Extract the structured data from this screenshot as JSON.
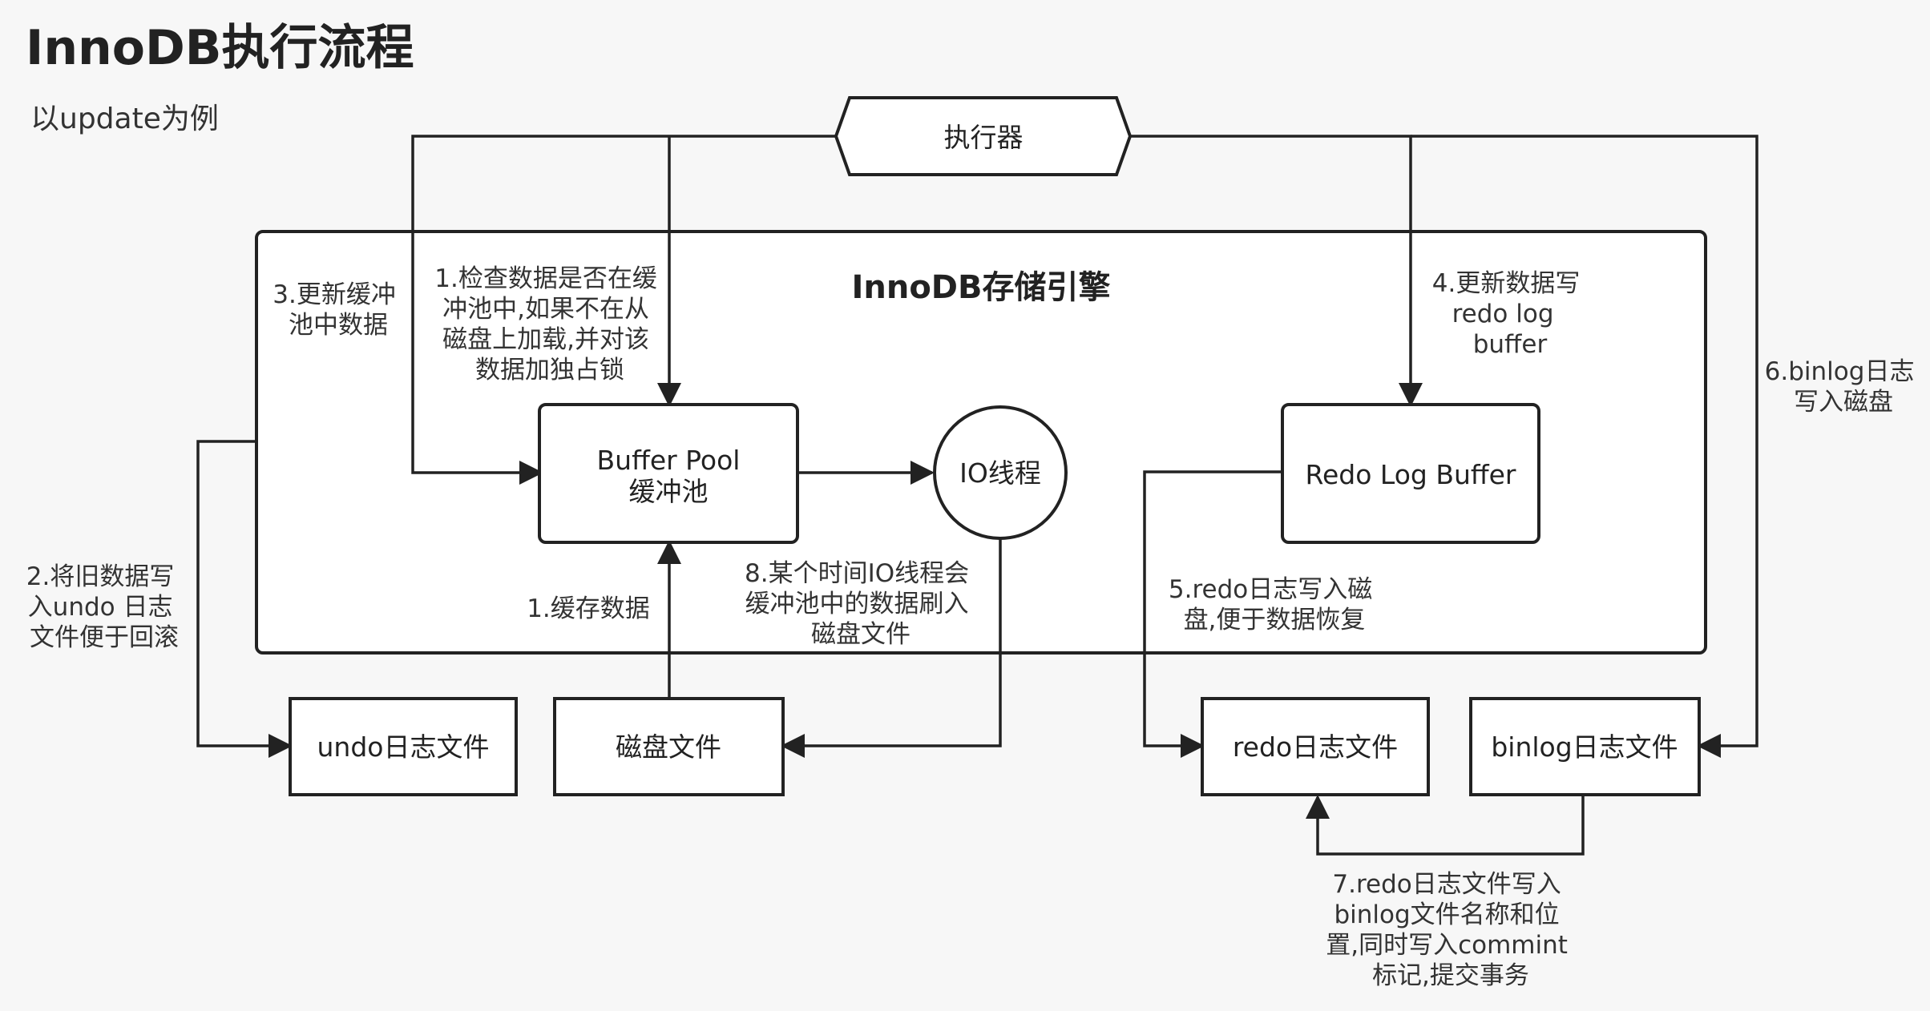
{
  "header": {
    "title": "InnoDB执行流程",
    "subtitle": "以update为例"
  },
  "nodes": {
    "executor": "执行器",
    "engine": "InnoDB存储引擎",
    "buffer_pool_line1": "Buffer Pool",
    "buffer_pool_line2": "缓冲池",
    "io_thread": "IO线程",
    "redo_log_buffer": "Redo Log Buffer",
    "undo_file": "undo日志文件",
    "disk_file": "磁盘文件",
    "redo_file": "redo日志文件",
    "binlog_file": "binlog日志文件"
  },
  "steps": {
    "s1_check": [
      "1.检查数据是否在缓",
      "冲池中,如果不在从",
      "磁盘上加载,并对该",
      "数据加独占锁"
    ],
    "s1_cache": [
      "1.缓存数据"
    ],
    "s2": [
      "2.将旧数据写",
      "入undo 日志",
      "文件便于回滚"
    ],
    "s3": [
      "3.更新缓冲",
      "池中数据"
    ],
    "s4": [
      "4.更新数据写",
      "redo log",
      "buffer"
    ],
    "s5": [
      "5.redo日志写入磁",
      "盘,便于数据恢复"
    ],
    "s6": [
      "6.binlog日志",
      "写入磁盘"
    ],
    "s7": [
      "7.redo日志文件写入",
      "binlog文件名称和位",
      "置,同时写入commint",
      "标记,提交事务"
    ],
    "s8": [
      "8.某个时间IO线程会",
      "缓冲池中的数据刷入",
      "磁盘文件"
    ]
  }
}
